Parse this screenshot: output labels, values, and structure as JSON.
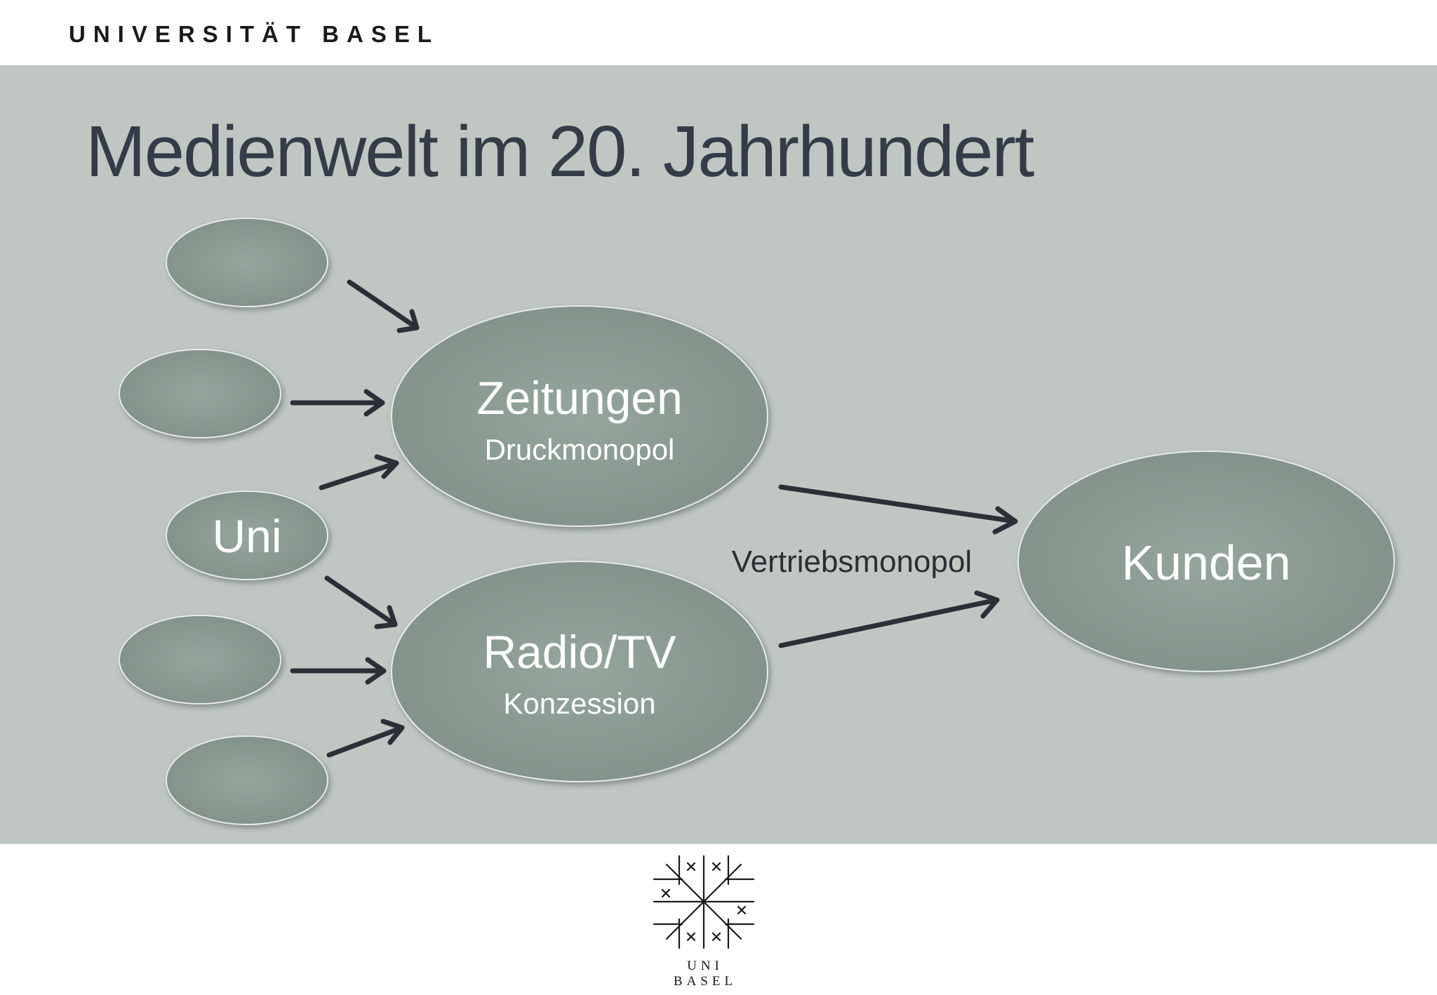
{
  "header": {
    "brand": "UNIVERSITÄT BASEL"
  },
  "slide": {
    "title": "Medienwelt im 20. Jahrhundert"
  },
  "diagram": {
    "nodes": [
      {
        "id": "source-1",
        "label": "",
        "sublabel": ""
      },
      {
        "id": "source-2",
        "label": "",
        "sublabel": ""
      },
      {
        "id": "source-uni",
        "label": "Uni",
        "sublabel": ""
      },
      {
        "id": "source-4",
        "label": "",
        "sublabel": ""
      },
      {
        "id": "source-5",
        "label": "",
        "sublabel": ""
      },
      {
        "id": "zeitungen",
        "label": "Zeitungen",
        "sublabel": "Druckmonopol"
      },
      {
        "id": "radio-tv",
        "label": "Radio/TV",
        "sublabel": "Konzession"
      },
      {
        "id": "kunden",
        "label": "Kunden",
        "sublabel": ""
      }
    ],
    "edges": [
      {
        "from": "source-1",
        "to": "zeitungen"
      },
      {
        "from": "source-2",
        "to": "zeitungen"
      },
      {
        "from": "source-uni",
        "to": "zeitungen"
      },
      {
        "from": "source-uni",
        "to": "radio-tv"
      },
      {
        "from": "source-4",
        "to": "radio-tv"
      },
      {
        "from": "source-5",
        "to": "radio-tv"
      },
      {
        "from": "zeitungen",
        "to": "kunden"
      },
      {
        "from": "radio-tv",
        "to": "kunden"
      }
    ],
    "edge_label": "Vertriebsmonopol"
  },
  "footer": {
    "logo_line1": "UNI",
    "logo_line2": "BASEL"
  },
  "colors": {
    "panel": "#c0c7c2",
    "node": "#889990",
    "arrow": "#2a2f38",
    "title": "#333c48"
  }
}
